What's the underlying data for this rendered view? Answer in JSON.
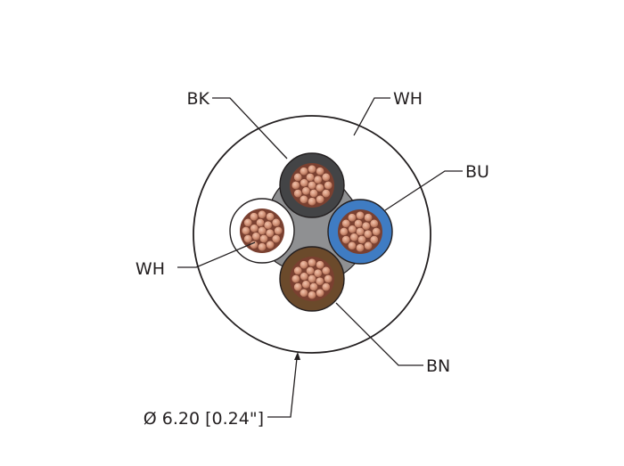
{
  "diagram": {
    "labels": {
      "black": "BK",
      "white_outer": "WH",
      "blue": "BU",
      "white_conductor": "WH",
      "brown": "BN",
      "diameter": "Ø 6.20 [0.24\"]"
    },
    "colors": {
      "outline": "#231f20",
      "jacket": "#ffffff",
      "filler": "#8f9092",
      "black_insulation": "#434446",
      "white_insulation": "#ffffff",
      "blue_insulation": "#3f7cc3",
      "brown_insulation": "#6b4a2b",
      "copper": "#c9846b"
    }
  }
}
